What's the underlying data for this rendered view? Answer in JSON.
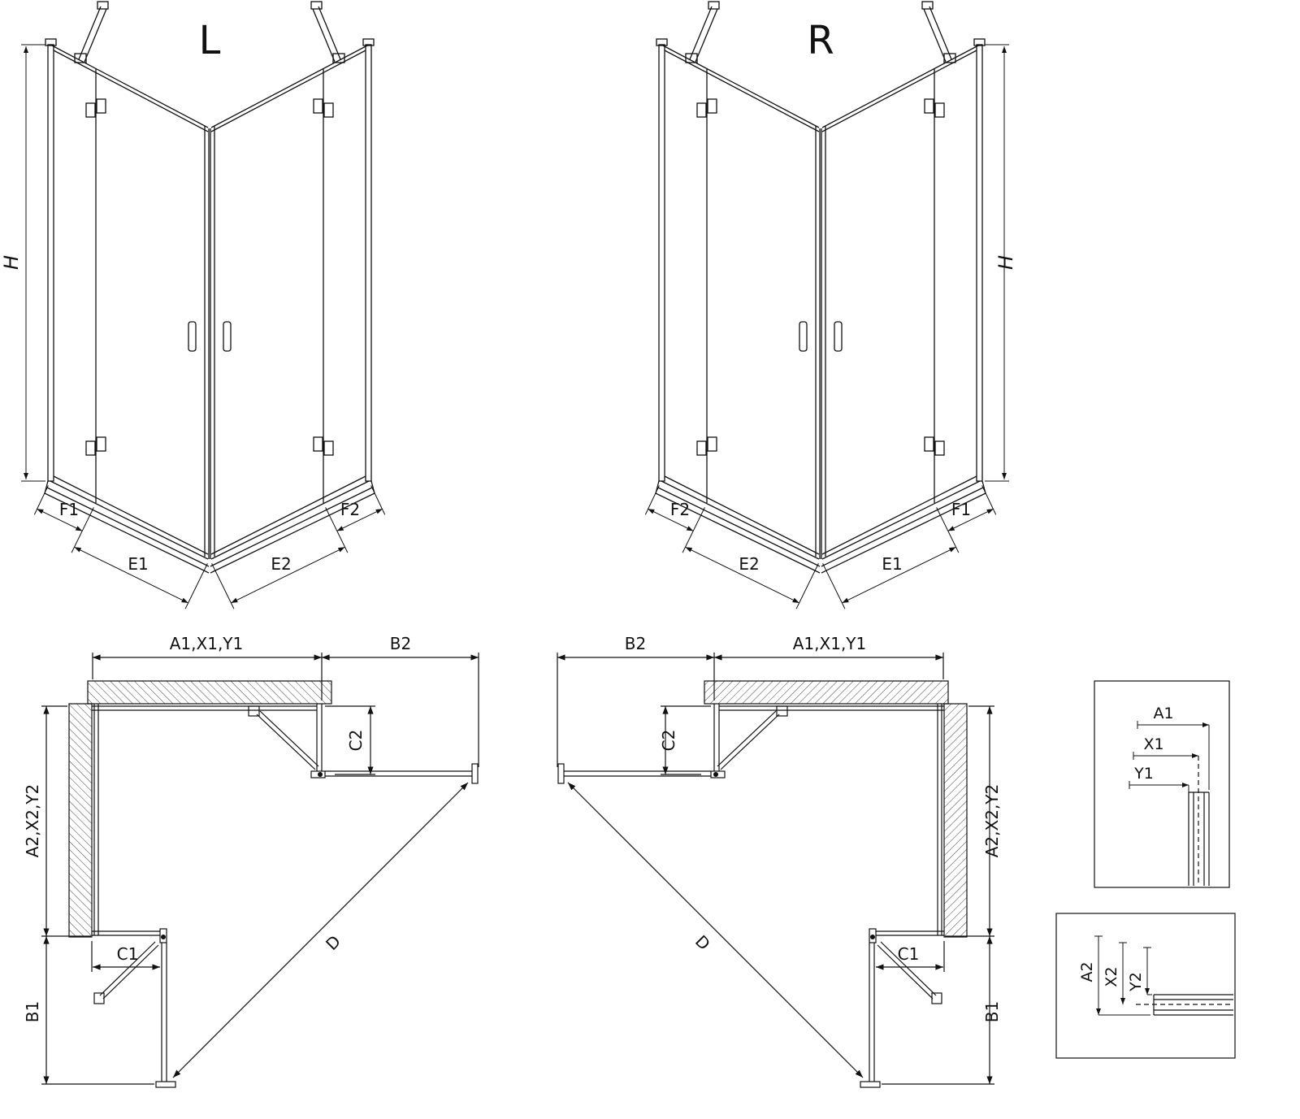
{
  "front_views": {
    "left": {
      "variant": "L",
      "height": "H",
      "segments": {
        "f1": "F1",
        "e1": "E1",
        "e2": "E2",
        "f2": "F2"
      }
    },
    "right": {
      "variant": "R",
      "height": "H",
      "segments": {
        "f2": "F2",
        "e2": "E2",
        "e1": "E1",
        "f1": "F1"
      }
    }
  },
  "plan_views": {
    "left": {
      "width_top": "A1,X1,Y1",
      "door_reach_right": "B2",
      "fixed_panel_right": "C2",
      "depth_side": "A2,X2,Y2",
      "fixed_panel_bottom": "C1",
      "door_reach_bottom": "B1",
      "entry_diagonal": "D"
    },
    "right": {
      "width_top": "A1,X1,Y1",
      "door_reach_right": "B2",
      "fixed_panel_right": "C2",
      "depth_side": "A2,X2,Y2",
      "fixed_panel_bottom": "C1",
      "door_reach_bottom": "B1",
      "entry_diagonal": "D"
    }
  },
  "profile_details": {
    "top": {
      "a1": "A1",
      "x1": "X1",
      "y1": "Y1"
    },
    "bottom": {
      "a2": "A2",
      "x2": "X2",
      "y2": "Y2"
    }
  },
  "colors": {
    "line": "#111111",
    "background": "#ffffff"
  }
}
